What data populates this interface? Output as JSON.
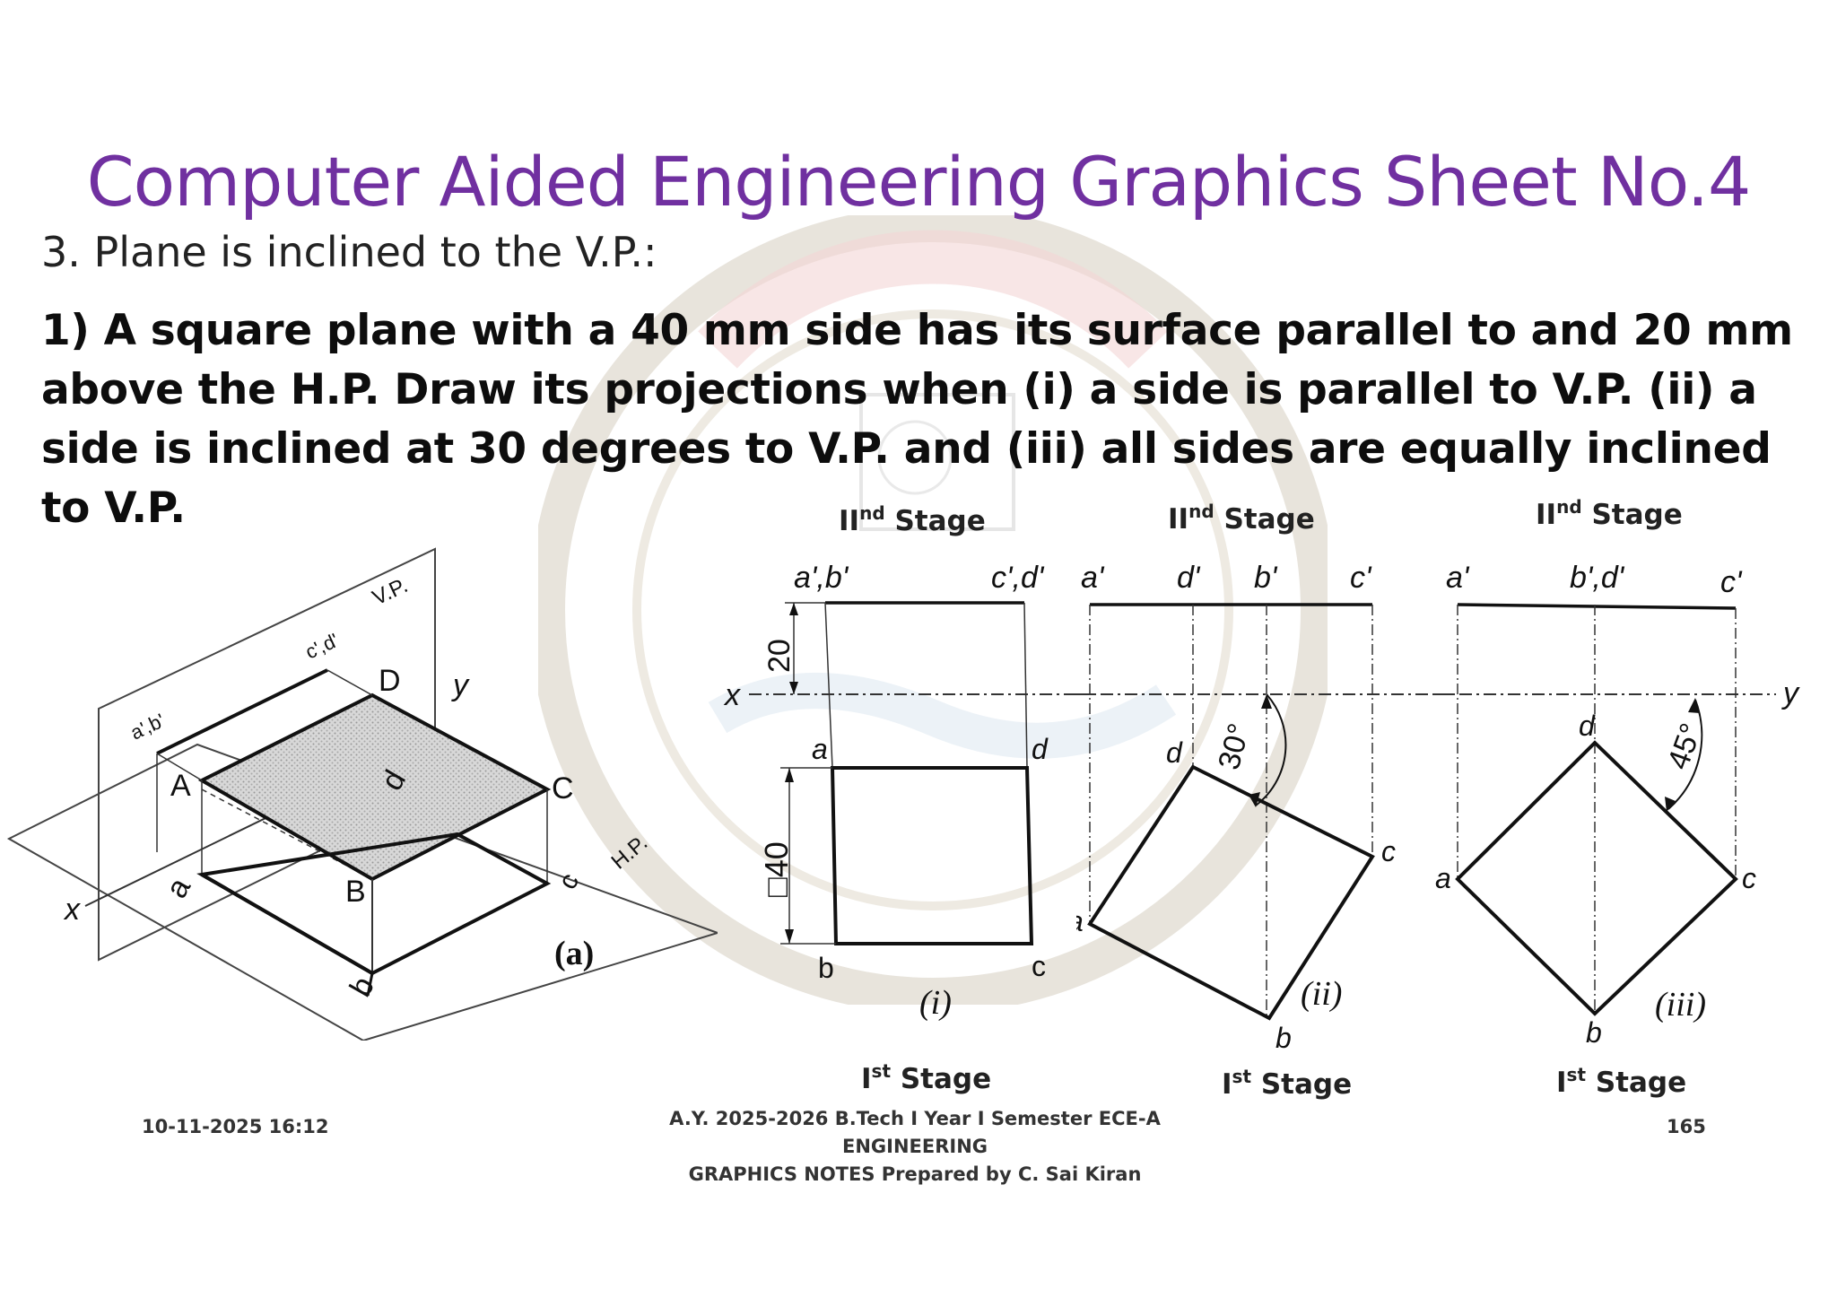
{
  "slide": {
    "title": "Computer Aided Engineering Graphics Sheet No.4",
    "subheading": "3. Plane is inclined to the V.P.:",
    "problem": "1) A square plane with a 40 mm side has its surface parallel to and 20 mm above the H.P. Draw its projections when (i) a side is parallel to V.P. (ii) a side is inclined at 30 degrees to V.P. and (iii) all sides are equally inclined to V.P."
  },
  "stages": {
    "roman": "II",
    "upper_sup": "nd",
    "lower_roman": "I",
    "lower_sup": "st",
    "word": "Stage"
  },
  "figure_a": {
    "label": "(a)",
    "vp": "V.P.",
    "hp": "H.P.",
    "x": "x",
    "y": "y",
    "a_b_prime": "a',b'",
    "c_d_prime": "c',d'",
    "A": "A",
    "B": "B",
    "C": "C",
    "D": "D",
    "a": "a",
    "b": "b",
    "c": "c",
    "d": "d"
  },
  "figure_i": {
    "caption": "(i)",
    "ab_prime": "a',b'",
    "cd_prime": "c',d'",
    "x": "x",
    "dim_20": "20",
    "dim_40": "□40",
    "a": "a",
    "b": "b",
    "c": "c",
    "d": "d"
  },
  "figure_ii": {
    "caption": "(ii)",
    "a_prime": "a'",
    "d_prime": "d'",
    "b_prime": "b'",
    "c_prime": "c'",
    "angle": "30°",
    "a": "a",
    "b": "b",
    "c": "c",
    "d": "d"
  },
  "figure_iii": {
    "caption": "(iii)",
    "a_prime": "a'",
    "bd_prime": "b',d'",
    "c_prime": "c'",
    "angle": "45°",
    "y": "y",
    "a": "a",
    "b": "b",
    "c": "c",
    "d": "d"
  },
  "footer": {
    "datetime": "10-11-2025 16:12",
    "line1": "A.Y. 2025-2026 B.Tech I Year I Semester ECE-A ENGINEERING",
    "line2": "GRAPHICS NOTES  Prepared by C. Sai Kiran",
    "page": "165"
  }
}
